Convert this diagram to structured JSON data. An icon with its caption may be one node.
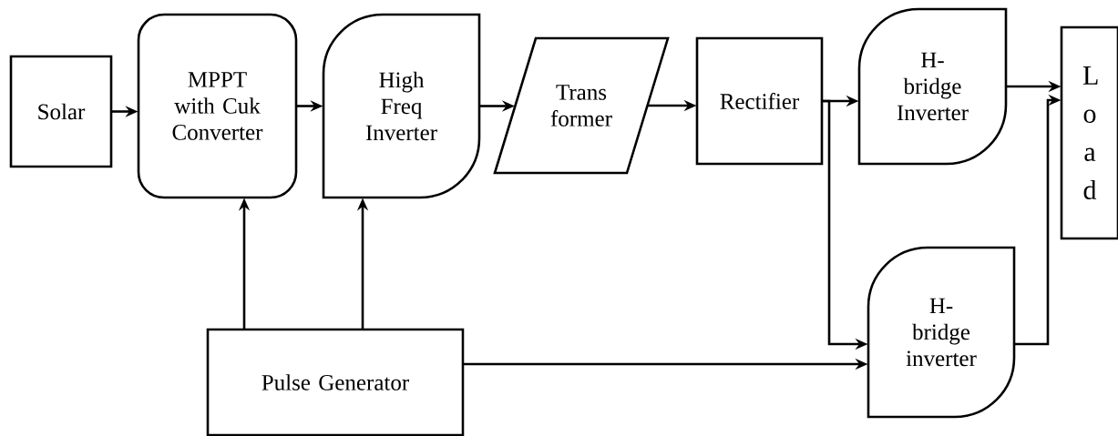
{
  "diagram": {
    "nodes": [
      {
        "text": [
          "Solar"
        ]
      },
      {
        "text": [
          "MPPT with Cuk Converter"
        ]
      },
      {
        "text": [
          "High Freq Inverter"
        ]
      },
      {
        "text": [
          "Trans former"
        ]
      },
      {
        "text": [
          "Rectifier"
        ]
      },
      {
        "text": [
          "H- bridge Inverter"
        ]
      },
      {
        "text": [
          "L o a d"
        ]
      },
      {
        "text": [
          "H- bridge inverter"
        ]
      },
      {
        "text": [
          "Pulse Generator"
        ]
      }
    ],
    "edges": [
      {
        "from": 0,
        "to": 1,
        "arrow": "to"
      },
      {
        "from": 1,
        "to": 2,
        "arrow": "to"
      },
      {
        "from": 2,
        "to": 3,
        "arrow": "to"
      },
      {
        "from": 3,
        "to": 4,
        "arrow": "to"
      },
      {
        "from": 4,
        "to": 5,
        "arrow": "to"
      },
      {
        "from": 4,
        "to": 7,
        "arrow": "to"
      },
      {
        "from": 5,
        "to": 6,
        "arrow": "to"
      },
      {
        "from": 7,
        "to": 6,
        "arrow": "to"
      },
      {
        "from": 8,
        "to": 1,
        "arrow": "to"
      },
      {
        "from": 8,
        "to": 2,
        "arrow": "to"
      },
      {
        "from": 8,
        "to": 7,
        "arrow": "to"
      }
    ]
  }
}
